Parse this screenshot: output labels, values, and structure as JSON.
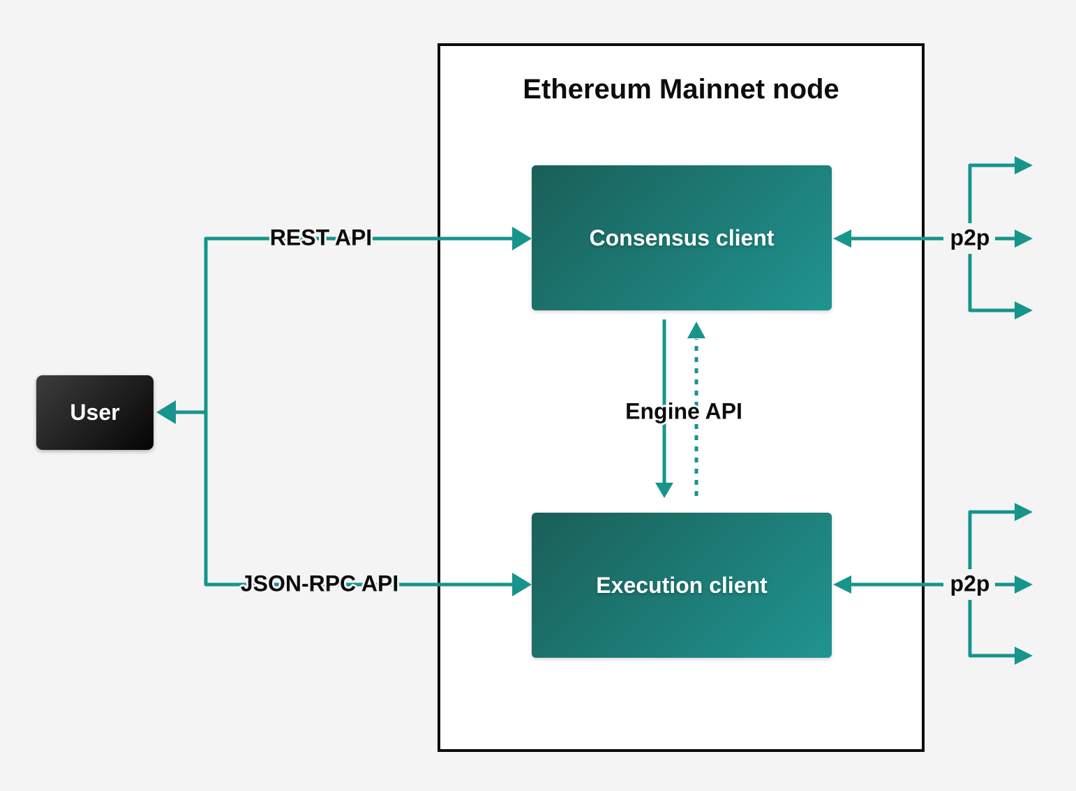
{
  "diagram": {
    "title": "Ethereum Mainnet node",
    "nodes": {
      "user": {
        "label": "User"
      },
      "consensus_client": {
        "label": "Consensus client"
      },
      "execution_client": {
        "label": "Execution client"
      }
    },
    "edges": {
      "rest_api": {
        "label": "REST API"
      },
      "json_rpc_api": {
        "label": "JSON-RPC API"
      },
      "engine_api": {
        "label": "Engine API"
      },
      "p2p_consensus": {
        "label": "p2p"
      },
      "p2p_execution": {
        "label": "p2p"
      }
    },
    "colors": {
      "accent_teal": "#17948c",
      "client_gradient_start": "#1a5f58",
      "client_gradient_end": "#209490",
      "user_gradient_start": "#3d3d3d",
      "user_gradient_end": "#050505",
      "background": "#f4f4f5",
      "node_background": "#ffffff",
      "border_black": "#0c0c0c"
    }
  }
}
